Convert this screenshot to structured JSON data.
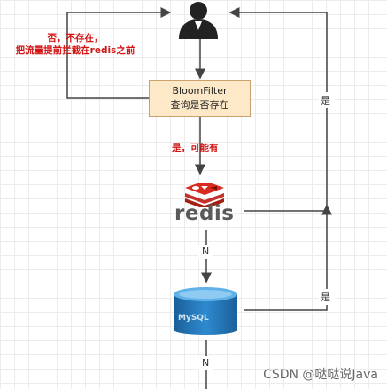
{
  "nodes": {
    "bloom_line1": "BloomFilter",
    "bloom_line2": "查询是否存在",
    "redis": "redis",
    "mysql": "MySQL"
  },
  "edges": {
    "no_note_line1": "否，不存在，",
    "no_note_line2": "把流量提前拦截在redis之前",
    "yes_maybe": "是，可能有",
    "n_redis_to_mysql": "N",
    "n_mysql_down": "N",
    "yes_right_upper": "是",
    "yes_right_lower": "是"
  },
  "watermark": "CSDN @哒哒说Java",
  "icons": [
    "user-icon",
    "redis-logo-icon",
    "mysql-database-icon"
  ],
  "colors": {
    "line": "#444444",
    "box_fill": "#fde9c7",
    "note_red": "#d21414",
    "db_blue": "#1f6fae"
  }
}
